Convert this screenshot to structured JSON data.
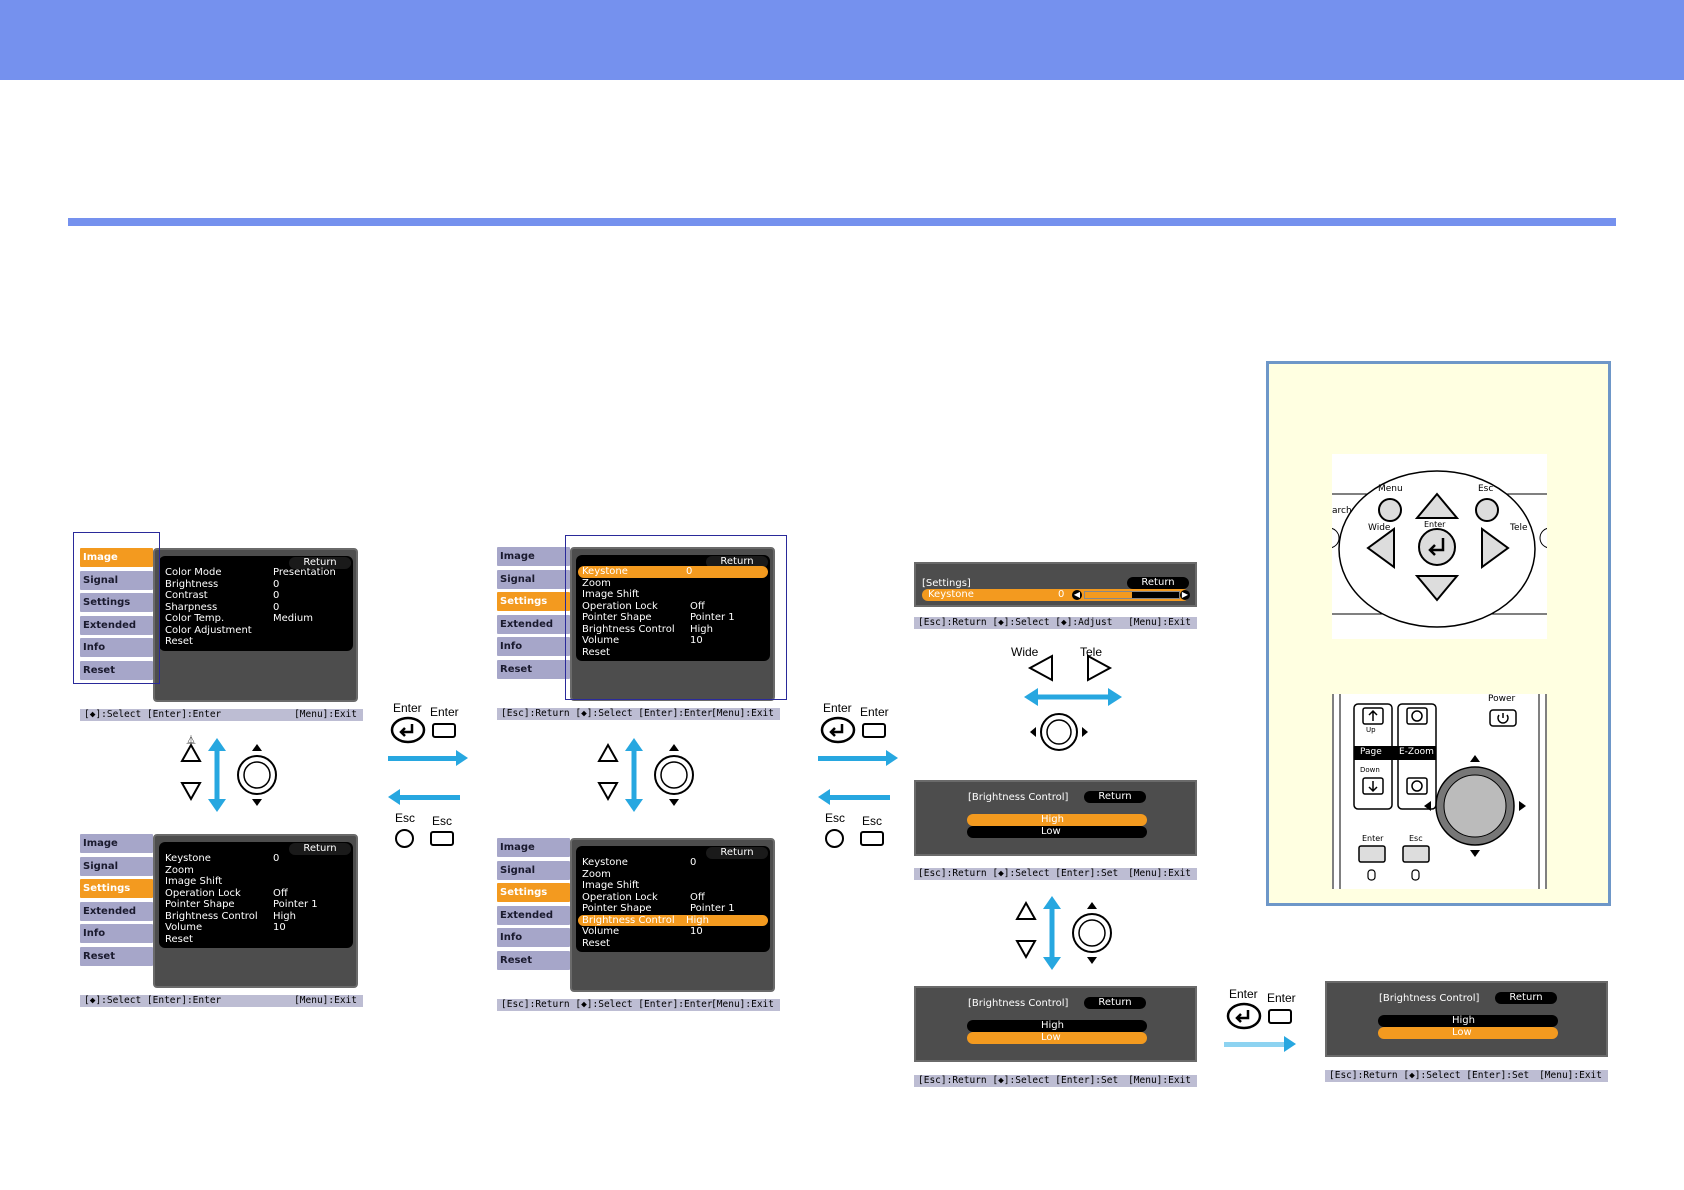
{
  "menu1": {
    "tabs": [
      "Image",
      "Signal",
      "Settings",
      "Extended",
      "Info",
      "Reset"
    ],
    "return_label": "Return",
    "rows": [
      [
        "Color Mode",
        "Presentation"
      ],
      [
        "Brightness",
        "0"
      ],
      [
        "Contrast",
        "0"
      ],
      [
        "Sharpness",
        "0"
      ],
      [
        "Color Temp.",
        "Medium"
      ],
      [
        "Color Adjustment",
        ""
      ],
      [
        "Reset",
        ""
      ]
    ],
    "help_left": "[◆]:Select  [Enter]:Enter",
    "help_right": "[Menu]:Exit"
  },
  "menu2": {
    "rows": [
      [
        "Keystone",
        "0"
      ],
      [
        "Zoom",
        ""
      ],
      [
        "Image Shift",
        ""
      ],
      [
        "Operation Lock",
        "Off"
      ],
      [
        "Pointer Shape",
        "Pointer 1"
      ],
      [
        "Brightness Control",
        "High"
      ],
      [
        "Volume",
        "10"
      ],
      [
        "Reset",
        ""
      ]
    ],
    "help_left": "[◆]:Select  [Enter]:Enter",
    "help_right": "[Menu]:Exit"
  },
  "menu3": {
    "rows": [
      [
        "Keystone",
        "0"
      ],
      [
        "Zoom",
        ""
      ],
      [
        "Image Shift",
        ""
      ],
      [
        "Operation Lock",
        "Off"
      ],
      [
        "Pointer Shape",
        "Pointer 1"
      ],
      [
        "Brightness Control",
        "High"
      ],
      [
        "Volume",
        "10"
      ],
      [
        "Reset",
        ""
      ]
    ],
    "help_left": "[Esc]:Return [◆]:Select  [Enter]:Enter",
    "help_right": "[Menu]:Exit"
  },
  "menu4": {
    "rows": [
      [
        "Keystone",
        "0"
      ],
      [
        "Zoom",
        ""
      ],
      [
        "Image Shift",
        ""
      ],
      [
        "Operation Lock",
        "Off"
      ],
      [
        "Pointer Shape",
        "Pointer 1"
      ],
      [
        "Brightness Control",
        "High"
      ],
      [
        "Volume",
        "10"
      ],
      [
        "Reset",
        ""
      ]
    ],
    "help_left": "[Esc]:Return [◆]:Select  [Enter]:Enter",
    "help_right": "[Menu]:Exit"
  },
  "keystone": {
    "title": "[Settings]",
    "label": "Keystone",
    "value": "0",
    "level": 0.5,
    "help": "[Esc]:Return [◆]:Select [◆]:Adjust",
    "help_right": "[Menu]:Exit"
  },
  "brightness": {
    "title": "[Brightness Control]",
    "high": "High",
    "low": "Low",
    "help": "[Esc]:Return [◆]:Select  [Enter]:Set",
    "help_right": "[Menu]:Exit"
  },
  "labels": {
    "enter": "Enter",
    "esc": "Esc",
    "wide": "Wide",
    "tele": "Tele"
  },
  "panel_buttons": {
    "menu": "Menu",
    "esc": "Esc",
    "enter": "Enter",
    "wide": "Wide",
    "tele": "Tele",
    "search_partial": "arch"
  },
  "remote": {
    "power": "Power",
    "up": "Up",
    "page": "Page",
    "down": "Down",
    "ezoom": "E-Zoom",
    "enter": "Enter",
    "esc": "Esc"
  },
  "colors": {
    "accent": "#7591ee",
    "highlight": "#f39a1f",
    "arrow": "#27a7e0",
    "note_bg": "#ffffe1"
  }
}
